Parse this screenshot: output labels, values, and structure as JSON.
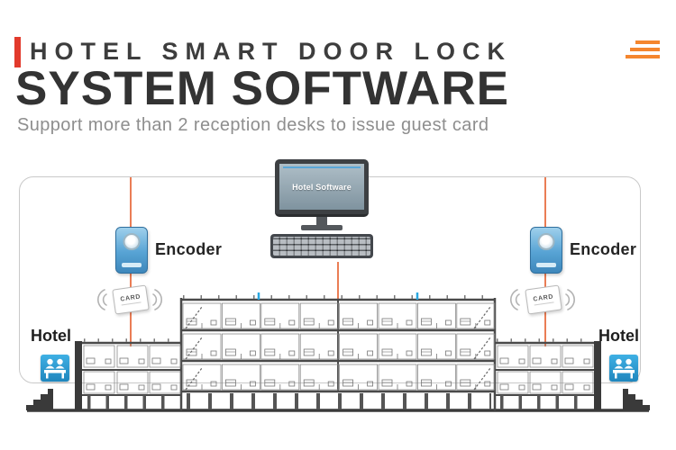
{
  "header": {
    "title_line1": "HOTEL SMART DOOR LOCK",
    "title_line2": "SYSTEM SOFTWARE",
    "subtitle": "Support more than 2 reception desks to issue guest card"
  },
  "diagram": {
    "monitor": {
      "screen_label": "Hotel Software"
    },
    "encoder_left": {
      "label": "Encoder"
    },
    "encoder_right": {
      "label": "Encoder"
    },
    "card_left": {
      "label": "CARD"
    },
    "card_right": {
      "label": "CARD"
    },
    "hotel_left": {
      "label": "Hotel"
    },
    "hotel_right": {
      "label": "Hotel"
    }
  },
  "colors": {
    "accent_red": "#e23a2c",
    "connector_orange": "#ea7d55",
    "menu_icon_orange": "#f5862e",
    "encoder_blue": "#57a3d4",
    "hotel_icon_blue": "#2a9bd6",
    "title_text": "#3d3d3d",
    "subtitle_text": "#8e8e8e"
  }
}
